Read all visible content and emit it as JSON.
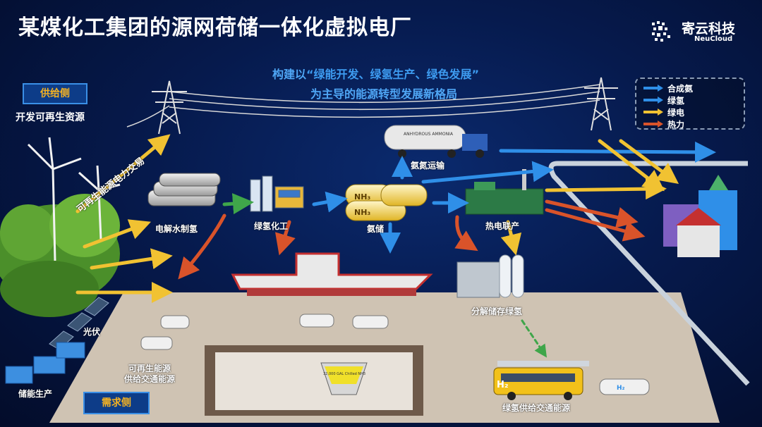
{
  "title": "某煤化工集团的源网荷储一体化虚拟电厂",
  "logo": {
    "name_cn": "寄云科技",
    "name_en": "NeuCloud"
  },
  "slogan": {
    "prefix": "构建以",
    "highlight": "“绿能开发、绿氢生产、绿色发展”",
    "line2": "为主导的能源转型发展新格局"
  },
  "supply_side": {
    "badge": "供给侧",
    "subtitle": "开发可再生资源"
  },
  "demand_side": {
    "badge": "需求侧"
  },
  "legend": [
    {
      "label": "合成氨",
      "color": "#2f8fe8"
    },
    {
      "label": "绿氢",
      "color": "#2f8fe8"
    },
    {
      "label": "绿电",
      "color": "#f1c232"
    },
    {
      "label": "热力",
      "color": "#d9532a"
    }
  ],
  "nodes": {
    "electrolysis": "电解水制氢",
    "green_hydrogen_chem": "绿氢化工",
    "ammonia_storage": "氨储",
    "chp": "热电联产",
    "ammonia_transport": "氨氮运输",
    "decompose": "分解储存绿氢",
    "transport_energy": "可再生能源\n供给交通能源",
    "green_h2_transport": "绿氢供给交通能源",
    "solar": "光伏",
    "storage": "储能生产",
    "power_trade": "可再生能源电力交易"
  },
  "tank_labels": {
    "nh3_a": "NH₃",
    "nh3_b": "NH₃",
    "h2": "H₂",
    "h2_car": "H₂",
    "truck": "ANHYDROUS AMMONIA",
    "tank_sign": "32,000 GAL Chilled NH3"
  },
  "colors": {
    "blue": "#2f8fe8",
    "yellow": "#f1c232",
    "red": "#d9532a",
    "green": "#3fa64a"
  }
}
